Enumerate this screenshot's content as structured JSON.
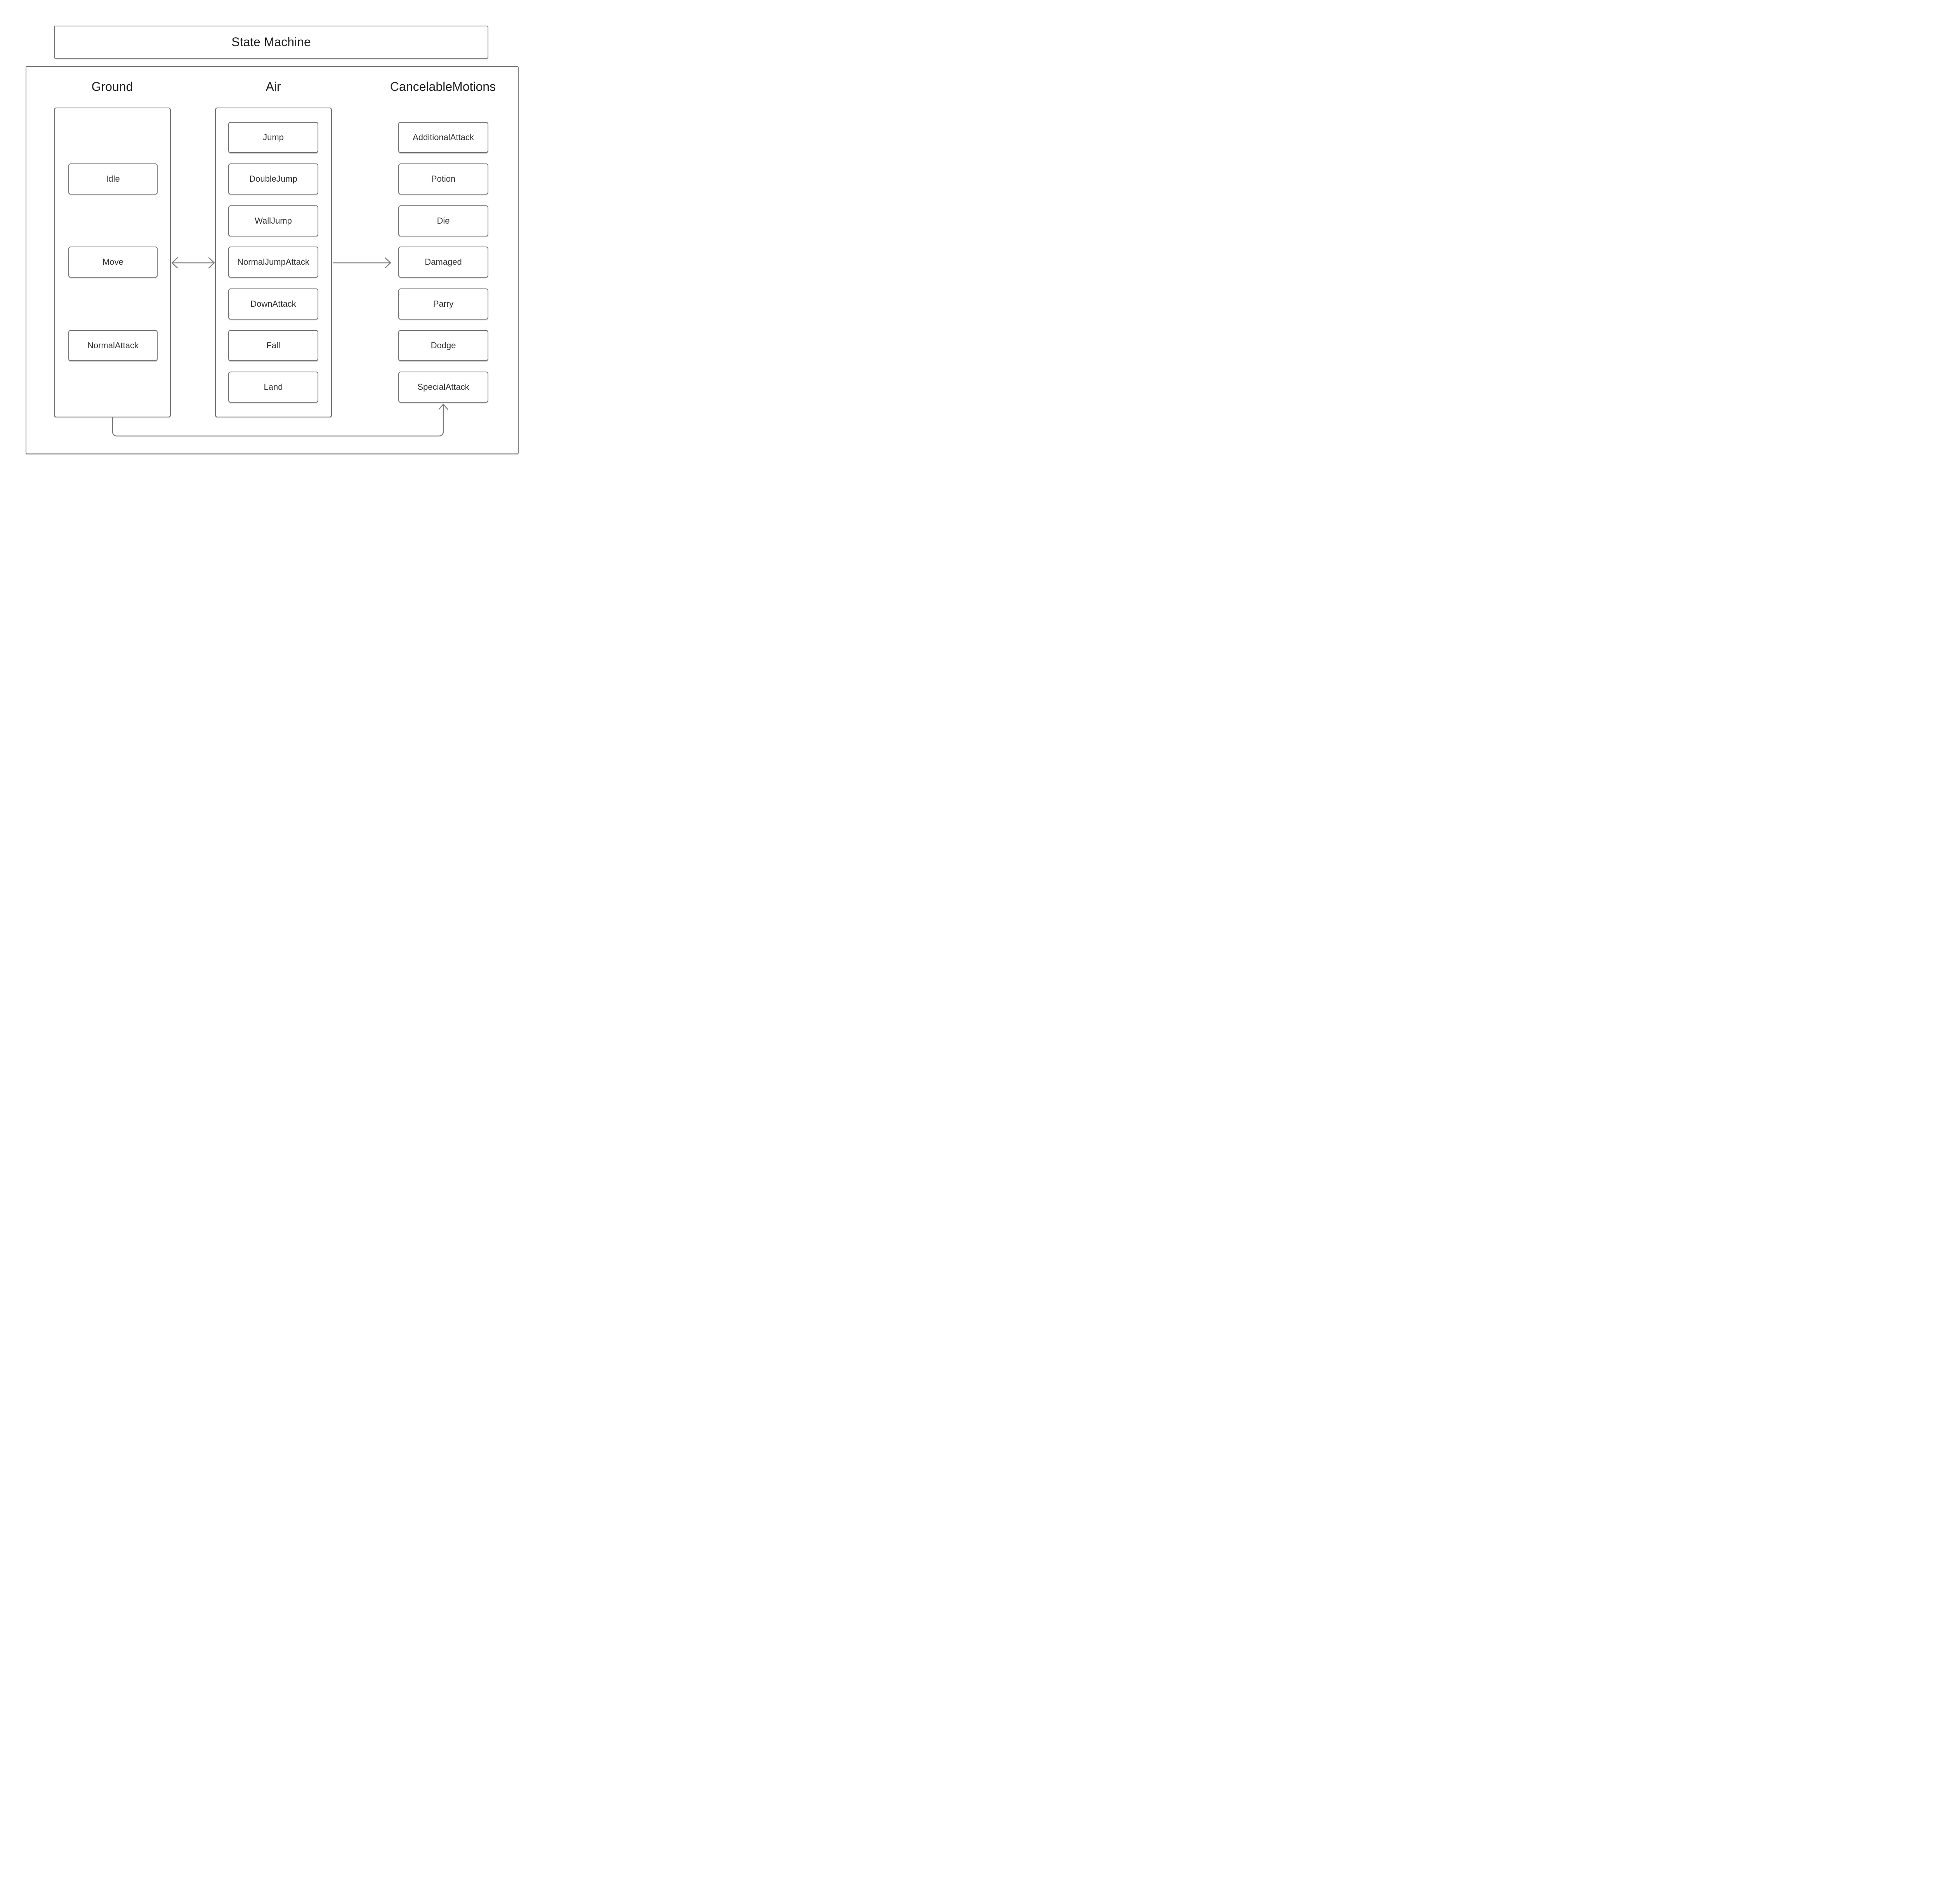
{
  "diagram": {
    "title": "State Machine",
    "columns": [
      {
        "id": "ground",
        "header": "Ground",
        "has_container": true,
        "states": [
          "Idle",
          "Move",
          "NormalAttack"
        ]
      },
      {
        "id": "air",
        "header": "Air",
        "has_container": true,
        "states": [
          "Jump",
          "DoubleJump",
          "WallJump",
          "NormalJumpAttack",
          "DownAttack",
          "Fall",
          "Land"
        ]
      },
      {
        "id": "cancelable",
        "header": "CancelableMotions",
        "has_container": false,
        "states": [
          "AdditionalAttack",
          "Potion",
          "Die",
          "Damaged",
          "Parry",
          "Dodge",
          "SpecialAttack"
        ]
      }
    ],
    "connections": [
      {
        "from": "Ground",
        "to": "Air",
        "style": "double-headed-horizontal"
      },
      {
        "from": "Air",
        "to": "Damaged",
        "style": "single-headed-right"
      },
      {
        "from": "Ground-bottom",
        "to": "SpecialAttack",
        "style": "curved-elbow-up-arrow"
      }
    ],
    "colors": {
      "border": "#747474",
      "arrow": "#7a7a7a",
      "title_text": "#1f1f1f",
      "label_text": "#333333",
      "background": "#ffffff"
    }
  }
}
